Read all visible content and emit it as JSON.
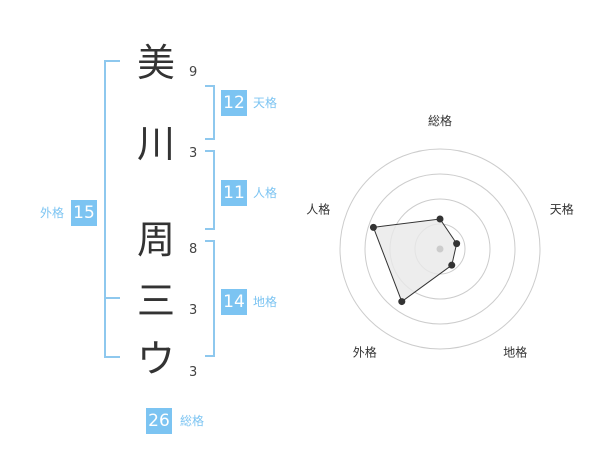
{
  "name": {
    "characters": [
      {
        "char": "美",
        "strokes": "9"
      },
      {
        "char": "川",
        "strokes": "3"
      },
      {
        "char": "周",
        "strokes": "8"
      },
      {
        "char": "三",
        "strokes": "3"
      },
      {
        "char": "ウ",
        "strokes": "3"
      }
    ]
  },
  "fortunes": {
    "tenkaku": {
      "value": "12",
      "label": "天格"
    },
    "jinkaku": {
      "value": "11",
      "label": "人格"
    },
    "chikaku": {
      "value": "14",
      "label": "地格"
    },
    "gaikaku": {
      "value": "15",
      "label": "外格"
    },
    "soukaku": {
      "value": "26",
      "label": "総格"
    }
  },
  "colors": {
    "accent": "#7cc4f2",
    "bracket": "#8ec8ee",
    "text": "#333333",
    "radar_fill": "#e8e8e8",
    "radar_stroke": "#333333",
    "ring": "#cccccc"
  },
  "chart_data": {
    "type": "radar",
    "axes": [
      "総格",
      "天格",
      "地格",
      "外格",
      "人格"
    ],
    "rmax": 4,
    "rings": 4,
    "values": [
      1.2,
      0.7,
      0.8,
      2.6,
      2.8
    ],
    "grid": true,
    "center_marker": true
  }
}
